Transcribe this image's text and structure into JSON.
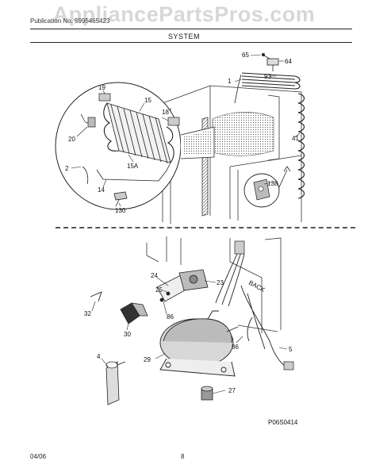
{
  "watermark": "AppliancePartsPros.com",
  "header": {
    "publication": "Publication No. 5995465423",
    "section_title": "SYSTEM"
  },
  "labels": {
    "l65": "65",
    "l64": "64",
    "l93": "93",
    "l1": "1",
    "l41": "41",
    "l138": "138",
    "l19": "19",
    "l15": "15",
    "l18": "18",
    "l20": "20",
    "l15a": "15A",
    "l2": "2",
    "l14": "14",
    "l130": "130",
    "l24": "24",
    "l23": "23",
    "l25": "25",
    "l86a": "86",
    "l32": "32",
    "l30": "30",
    "l86b": "86",
    "l5": "5",
    "l29": "29",
    "l4": "4",
    "l27": "27",
    "back": "BACK"
  },
  "diagram_code": "P06S0414",
  "footer": {
    "date": "04/06",
    "page": "8"
  }
}
